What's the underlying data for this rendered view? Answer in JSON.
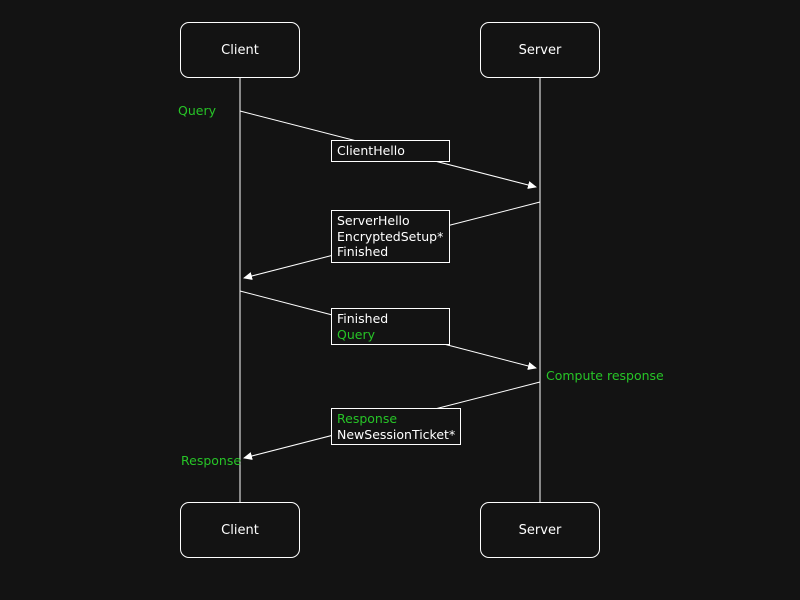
{
  "colors": {
    "background": "#131313",
    "line": "#ffffff",
    "accent_green": "#27c427"
  },
  "actors": {
    "client_top": "Client",
    "server_top": "Server",
    "client_bottom": "Client",
    "server_bottom": "Server"
  },
  "annotations": {
    "query": "Query",
    "compute_response": "Compute response",
    "response": "Response"
  },
  "messages": [
    {
      "lines": [
        "ClientHello"
      ]
    },
    {
      "lines": [
        "ServerHello",
        "EncryptedSetup*",
        "Finished"
      ]
    },
    {
      "lines": [
        "Finished",
        "Query"
      ]
    },
    {
      "lines": [
        "Response",
        "NewSessionTicket*"
      ]
    }
  ]
}
